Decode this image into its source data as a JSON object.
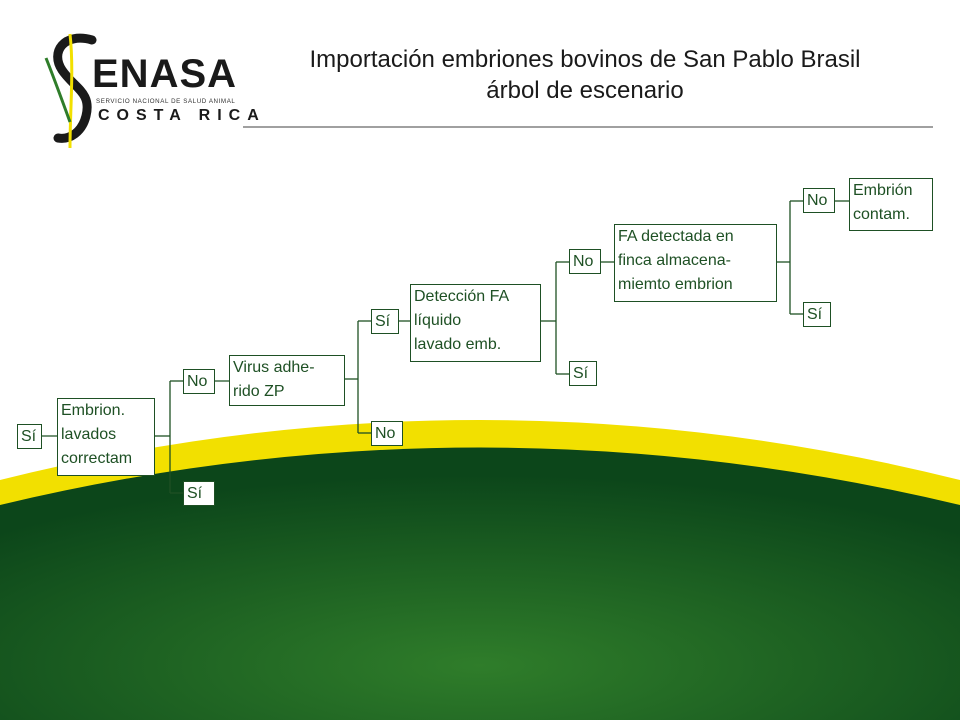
{
  "logo": {
    "brand": "ENASA",
    "subtitle": "SERVICIO NACIONAL DE SALUD ANIMAL",
    "country": "COSTA RICA"
  },
  "title": {
    "line1": "Importación embriones bovinos de San Pablo Brasil",
    "line2": "árbol de escenario"
  },
  "tree": {
    "n_si_root": "Sí",
    "n_embrion_lavados": "Embrion.\nlavados\ncorrectam",
    "n_no_1": "No",
    "n_si_1": "Sí",
    "n_virus_zp": "Virus adhe-\nrido ZP",
    "n_si_2": "Sí",
    "n_no_2": "No",
    "n_deteccion_fa": "Detección FA\nlíquido\nlavado emb.",
    "n_no_3": "No",
    "n_si_3": "Sí",
    "n_fa_finca": "FA detectada en\nfinca almacena-\nmiemto embrion",
    "n_no_4": "No",
    "n_si_4": "Sí",
    "n_embrion_contam": "Embrión\ncontam."
  },
  "colors": {
    "tree_line": "#1e5024",
    "green_dark": "#0f4f1e",
    "green_light": "#3a8a2a",
    "yellow": "#f2e000"
  }
}
